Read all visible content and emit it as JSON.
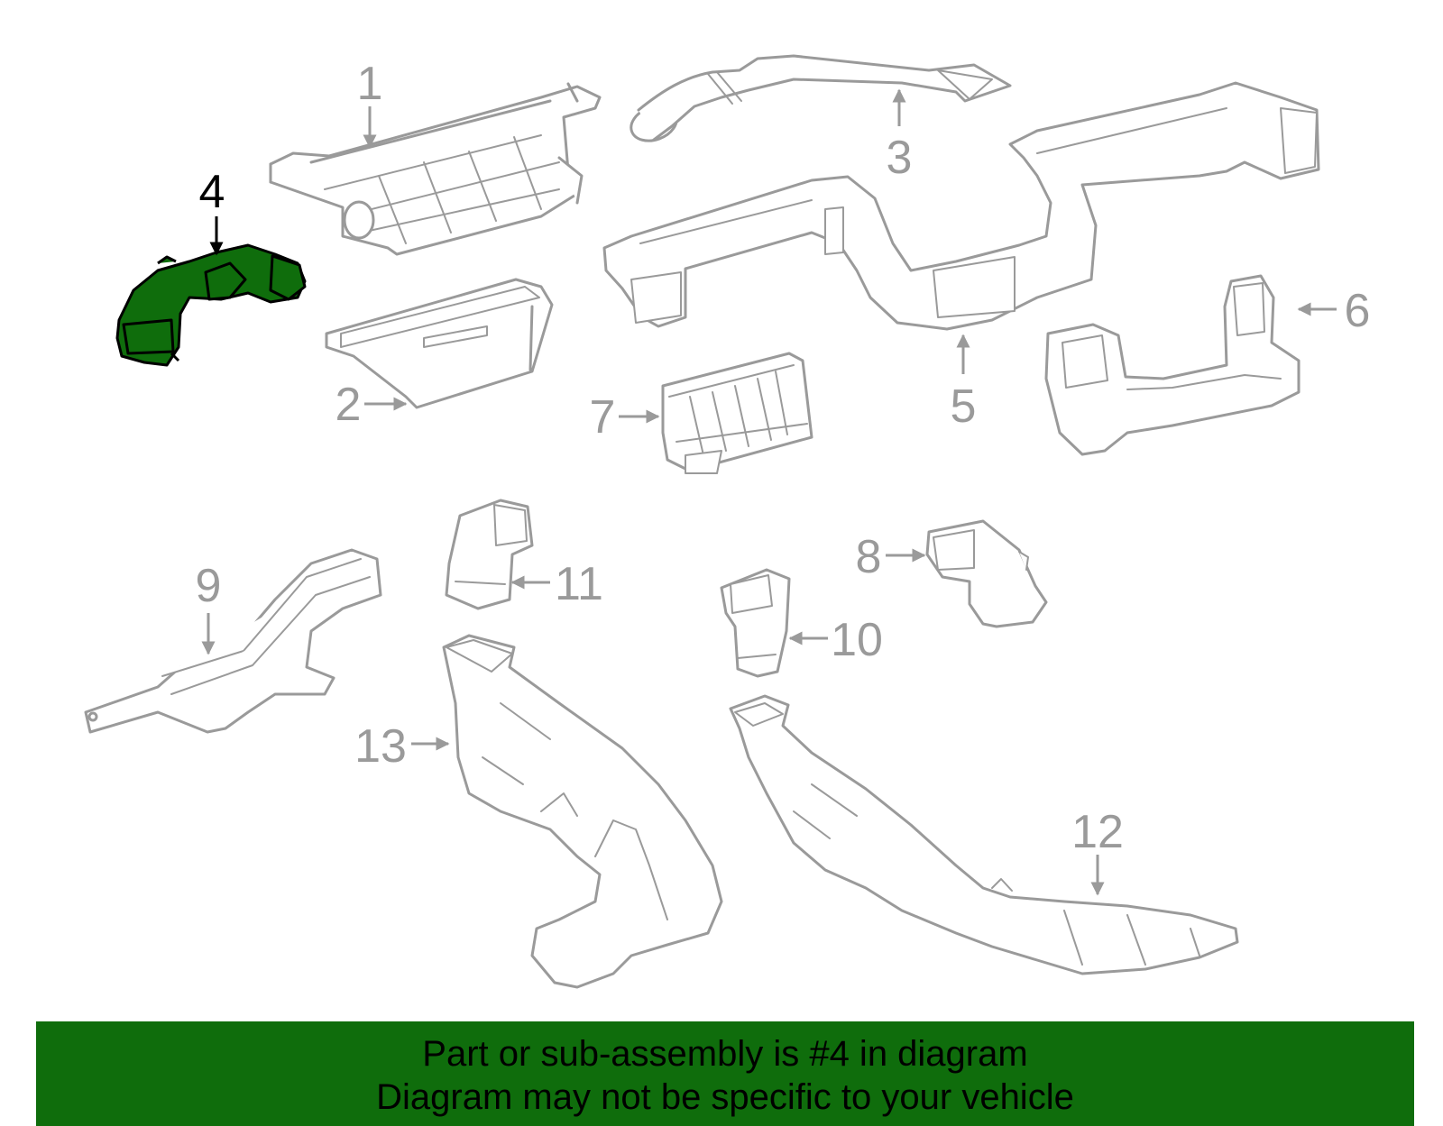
{
  "colors": {
    "outline": "#9a9a9a",
    "highlight_fill": "#0f6d0c",
    "highlight_stroke": "#000000",
    "banner_bg": "#0f6d0c",
    "banner_text": "#000000"
  },
  "highlighted_part": "4",
  "callouts": [
    {
      "id": "1",
      "label": "1"
    },
    {
      "id": "2",
      "label": "2"
    },
    {
      "id": "3",
      "label": "3"
    },
    {
      "id": "4",
      "label": "4"
    },
    {
      "id": "5",
      "label": "5"
    },
    {
      "id": "6",
      "label": "6"
    },
    {
      "id": "7",
      "label": "7"
    },
    {
      "id": "8",
      "label": "8"
    },
    {
      "id": "9",
      "label": "9"
    },
    {
      "id": "10",
      "label": "10"
    },
    {
      "id": "11",
      "label": "11"
    },
    {
      "id": "12",
      "label": "12"
    },
    {
      "id": "13",
      "label": "13"
    }
  ],
  "banner": {
    "line1": "Part or sub-assembly is #4 in diagram",
    "line2": "Diagram may not be specific to your vehicle"
  }
}
